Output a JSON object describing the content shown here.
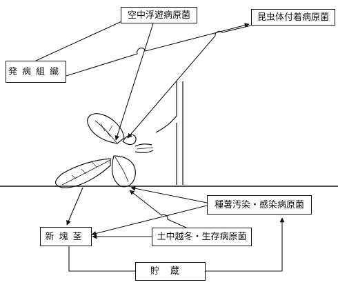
{
  "nodes": {
    "airborne": "空中浮遊病原菌",
    "insect": "昆虫体付着病原菌",
    "diseased_tissue": "発病組織",
    "tuber_seed": "種薯汚染・感染病原菌",
    "soil": "土中越冬・生存病原菌",
    "new_tuber": "新塊茎",
    "storage": "貯蔵"
  }
}
